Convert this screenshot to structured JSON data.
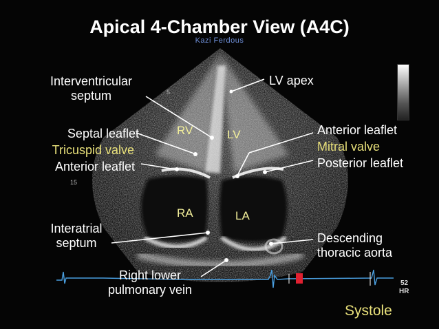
{
  "title": "Apical 4-Chamber View (A4C)",
  "credit": "Kazi Ferdous",
  "chambers": {
    "rv": "RV",
    "lv": "LV",
    "ra": "RA",
    "la": "LA"
  },
  "labels": {
    "interventricular_septum": [
      "Interventricular",
      "septum"
    ],
    "lv_apex": "LV apex",
    "septal_leaflet": "Septal leaflet",
    "tricuspid_valve": "Tricuspid valve",
    "anterior_leaflet_tv": "Anterior leaflet",
    "anterior_leaflet_mv": "Anterior leaflet",
    "mitral_valve": "Mitral valve",
    "posterior_leaflet": "Posterior leaflet",
    "interatrial_septum": [
      "Interatrial",
      "septum"
    ],
    "descending_aorta": [
      "Descending",
      "thoracic aorta"
    ],
    "pulmonary_vein": [
      "Right lower",
      "pulmonary vein"
    ]
  },
  "depth_markers": {
    "d5": "5",
    "d15": "15"
  },
  "heart_rate": {
    "value": "52",
    "label": "HR"
  },
  "phase": "Systole",
  "colors": {
    "label_text": "#ffffff",
    "valve_name": "#e8e07a",
    "chamber_text": "#f2ef9a",
    "ecg_trace": "#4a9fe0",
    "ecg_marker": "#e02030",
    "credit": "#6f8fd8"
  }
}
